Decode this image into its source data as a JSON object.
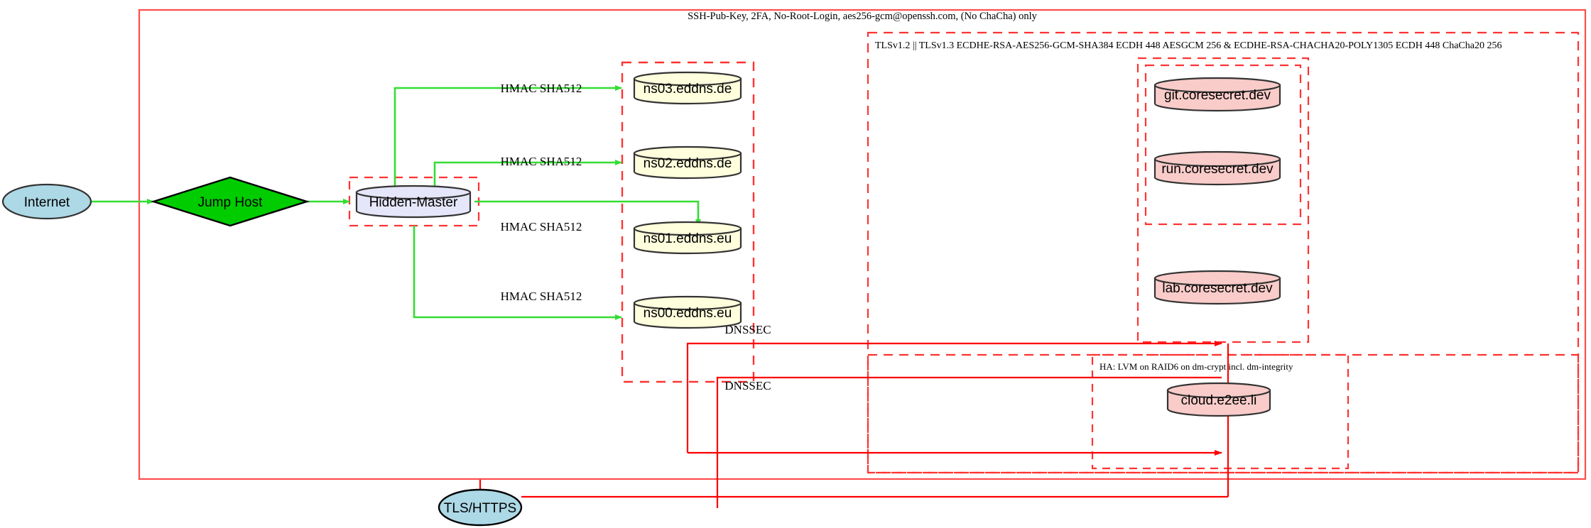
{
  "diagram": {
    "title_note_top": "SSH-Pub-Key, 2FA, No-Root-Login, aes256-gcm@openssh.com, (No ChaCha) only",
    "clusters": [
      {
        "id": "tls-cluster",
        "label": "TLSv1.2 || TLSv1.3 ECDHE-RSA-AES256-GCM-SHA384 ECDH 448 AESGCM 256 & ECDHE-RSA-CHACHA20-POLY1305 ECDH 448 ChaCha20 256"
      },
      {
        "id": "ha-cluster",
        "label": "HA: LVM on RAID6 on dm-crypt incl. dm-integrity"
      }
    ],
    "nodes": [
      {
        "id": "internet",
        "label": "Internet",
        "shape": "ellipse",
        "fill": "#add8e6"
      },
      {
        "id": "jumphost",
        "label": "Jump Host",
        "shape": "diamond",
        "fill": "#00cc00"
      },
      {
        "id": "hidden",
        "label": "Hidden-Master",
        "shape": "cylinder",
        "fill": "#e6e6fa"
      },
      {
        "id": "ns03",
        "label": "ns03.eddns.de",
        "shape": "cylinder",
        "fill": "#ffffdd"
      },
      {
        "id": "ns02",
        "label": "ns02.eddns.de",
        "shape": "cylinder",
        "fill": "#ffffdd"
      },
      {
        "id": "ns01",
        "label": "ns01.eddns.eu",
        "shape": "cylinder",
        "fill": "#ffffdd"
      },
      {
        "id": "ns00",
        "label": "ns00.eddns.eu",
        "shape": "cylinder",
        "fill": "#ffffdd"
      },
      {
        "id": "git",
        "label": "git.coresecret.dev",
        "shape": "cylinder",
        "fill": "#f9ccc9"
      },
      {
        "id": "run",
        "label": "run.coresecret.dev",
        "shape": "cylinder",
        "fill": "#f9ccc9"
      },
      {
        "id": "lab",
        "label": "lab.coresecret.dev",
        "shape": "cylinder",
        "fill": "#f9ccc9"
      },
      {
        "id": "cloud",
        "label": "cloud.e2ee.li",
        "shape": "cylinder",
        "fill": "#f9ccc9"
      },
      {
        "id": "tlshttps",
        "label": "TLS/HTTPS",
        "shape": "ellipse",
        "fill": "#add8e6"
      }
    ],
    "edge_labels": [
      {
        "id": "hmac-ns03",
        "text": "HMAC SHA512"
      },
      {
        "id": "hmac-ns02",
        "text": "HMAC SHA512"
      },
      {
        "id": "hmac-ns01",
        "text": "HMAC SHA512"
      },
      {
        "id": "hmac-ns00",
        "text": "HMAC SHA512"
      },
      {
        "id": "dnssec-1",
        "text": "DNSSEC"
      },
      {
        "id": "dnssec-2",
        "text": "DNSSEC"
      }
    ],
    "colors": {
      "edge_green": "#33dd33",
      "edge_red": "#ff0000",
      "boundary_red": "#ff4444",
      "dashed_red": "#ff3333",
      "node_stroke": "#333333",
      "text": "#000000"
    }
  }
}
